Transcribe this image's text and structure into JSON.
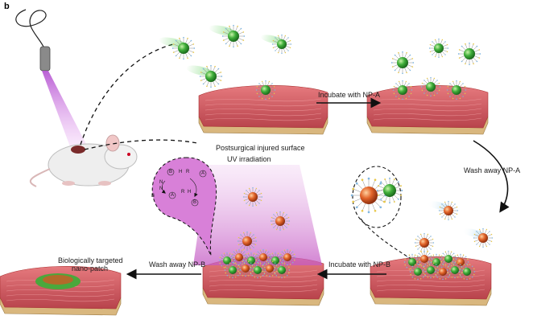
{
  "panel_letter": "b",
  "labels": {
    "postsurgical": "Postsurgical injured surface",
    "incubate_a": "Incubate with NP-A",
    "wash_a": "Wash away NP-A",
    "incubate_b": "Incubate with NP-B",
    "wash_b": "Wash away NP-B",
    "uv": "UV irradiation",
    "patch_line1": "Biologically targeted",
    "patch_line2": "nano-patch"
  },
  "chem": {
    "b1": "B",
    "h": "H",
    "r1": "R",
    "a1": "A",
    "a2": "A",
    "r2": "R",
    "h2": "H",
    "b2": "B",
    "n": "N",
    "n2": "N",
    "b3": "B"
  },
  "colors": {
    "tissue": "#d9636a",
    "tissue_dark": "#b8434c",
    "base": "#d9b77e",
    "np_a": "#3fae3a",
    "np_b": "#e2642a",
    "uv": "#c45bc4",
    "patch_green": "#4aa83c",
    "patch_brown": "#b36a2a"
  }
}
